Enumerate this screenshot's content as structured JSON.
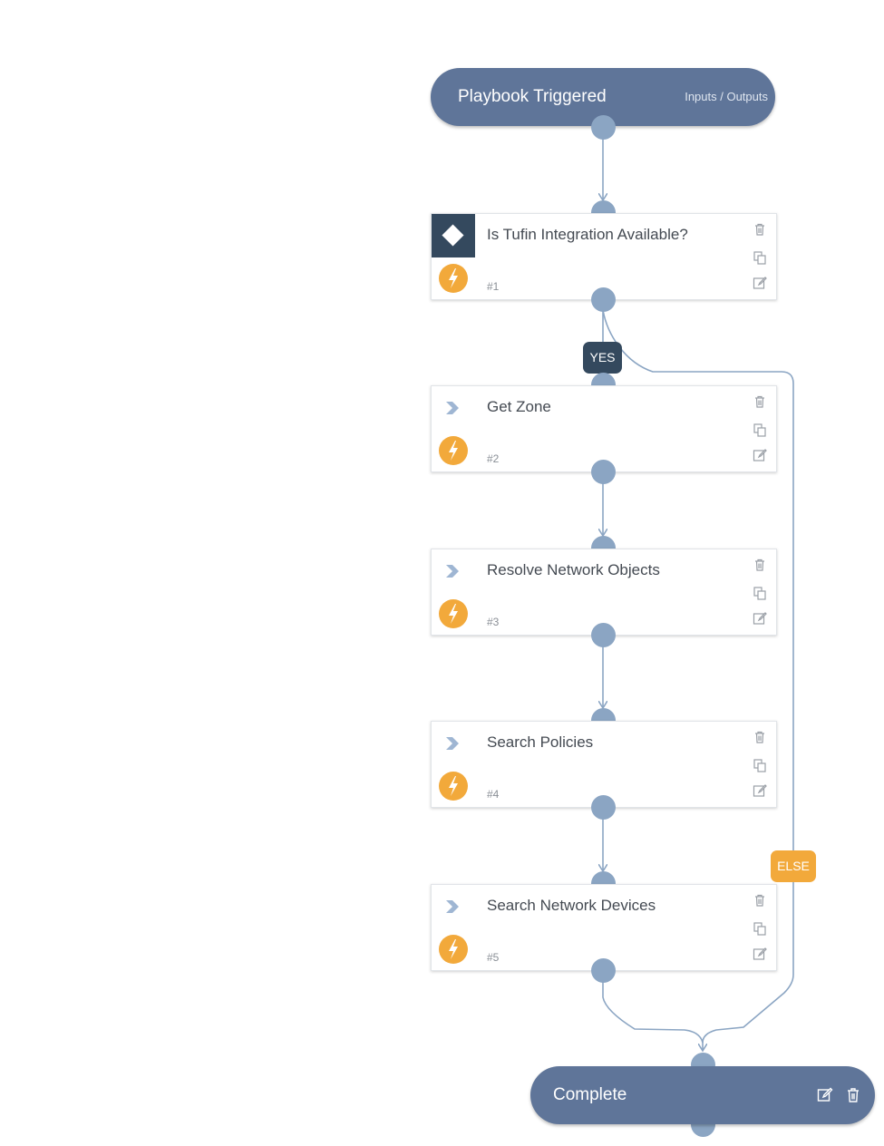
{
  "start_node": {
    "title": "Playbook Triggered",
    "io_link": "Inputs / Outputs"
  },
  "tasks": [
    {
      "name": "Is Tufin Integration Available?",
      "number": "#1",
      "type": "condition"
    },
    {
      "name": "Get Zone",
      "number": "#2",
      "type": "playbook"
    },
    {
      "name": "Resolve Network Objects",
      "number": "#3",
      "type": "playbook"
    },
    {
      "name": "Search Policies",
      "number": "#4",
      "type": "playbook"
    },
    {
      "name": "Search Network Devices",
      "number": "#5",
      "type": "playbook"
    }
  ],
  "branches": {
    "yes_label": "YES",
    "else_label": "ELSE"
  },
  "end_node": {
    "title": "Complete"
  },
  "colors": {
    "pill": "#5f7599",
    "port": "#8ba5c3",
    "wire": "#8ba5c3",
    "condition_box": "#34495e",
    "bolt": "#f2a93b",
    "yes_badge": "#34495e",
    "else_badge": "#f2a93b"
  },
  "icons": {
    "condition": "diamond-icon",
    "playbook": "chevron-right-icon",
    "automation": "lightning-bolt-icon",
    "delete": "trash-icon",
    "duplicate": "copy-icon",
    "edit": "edit-icon"
  }
}
